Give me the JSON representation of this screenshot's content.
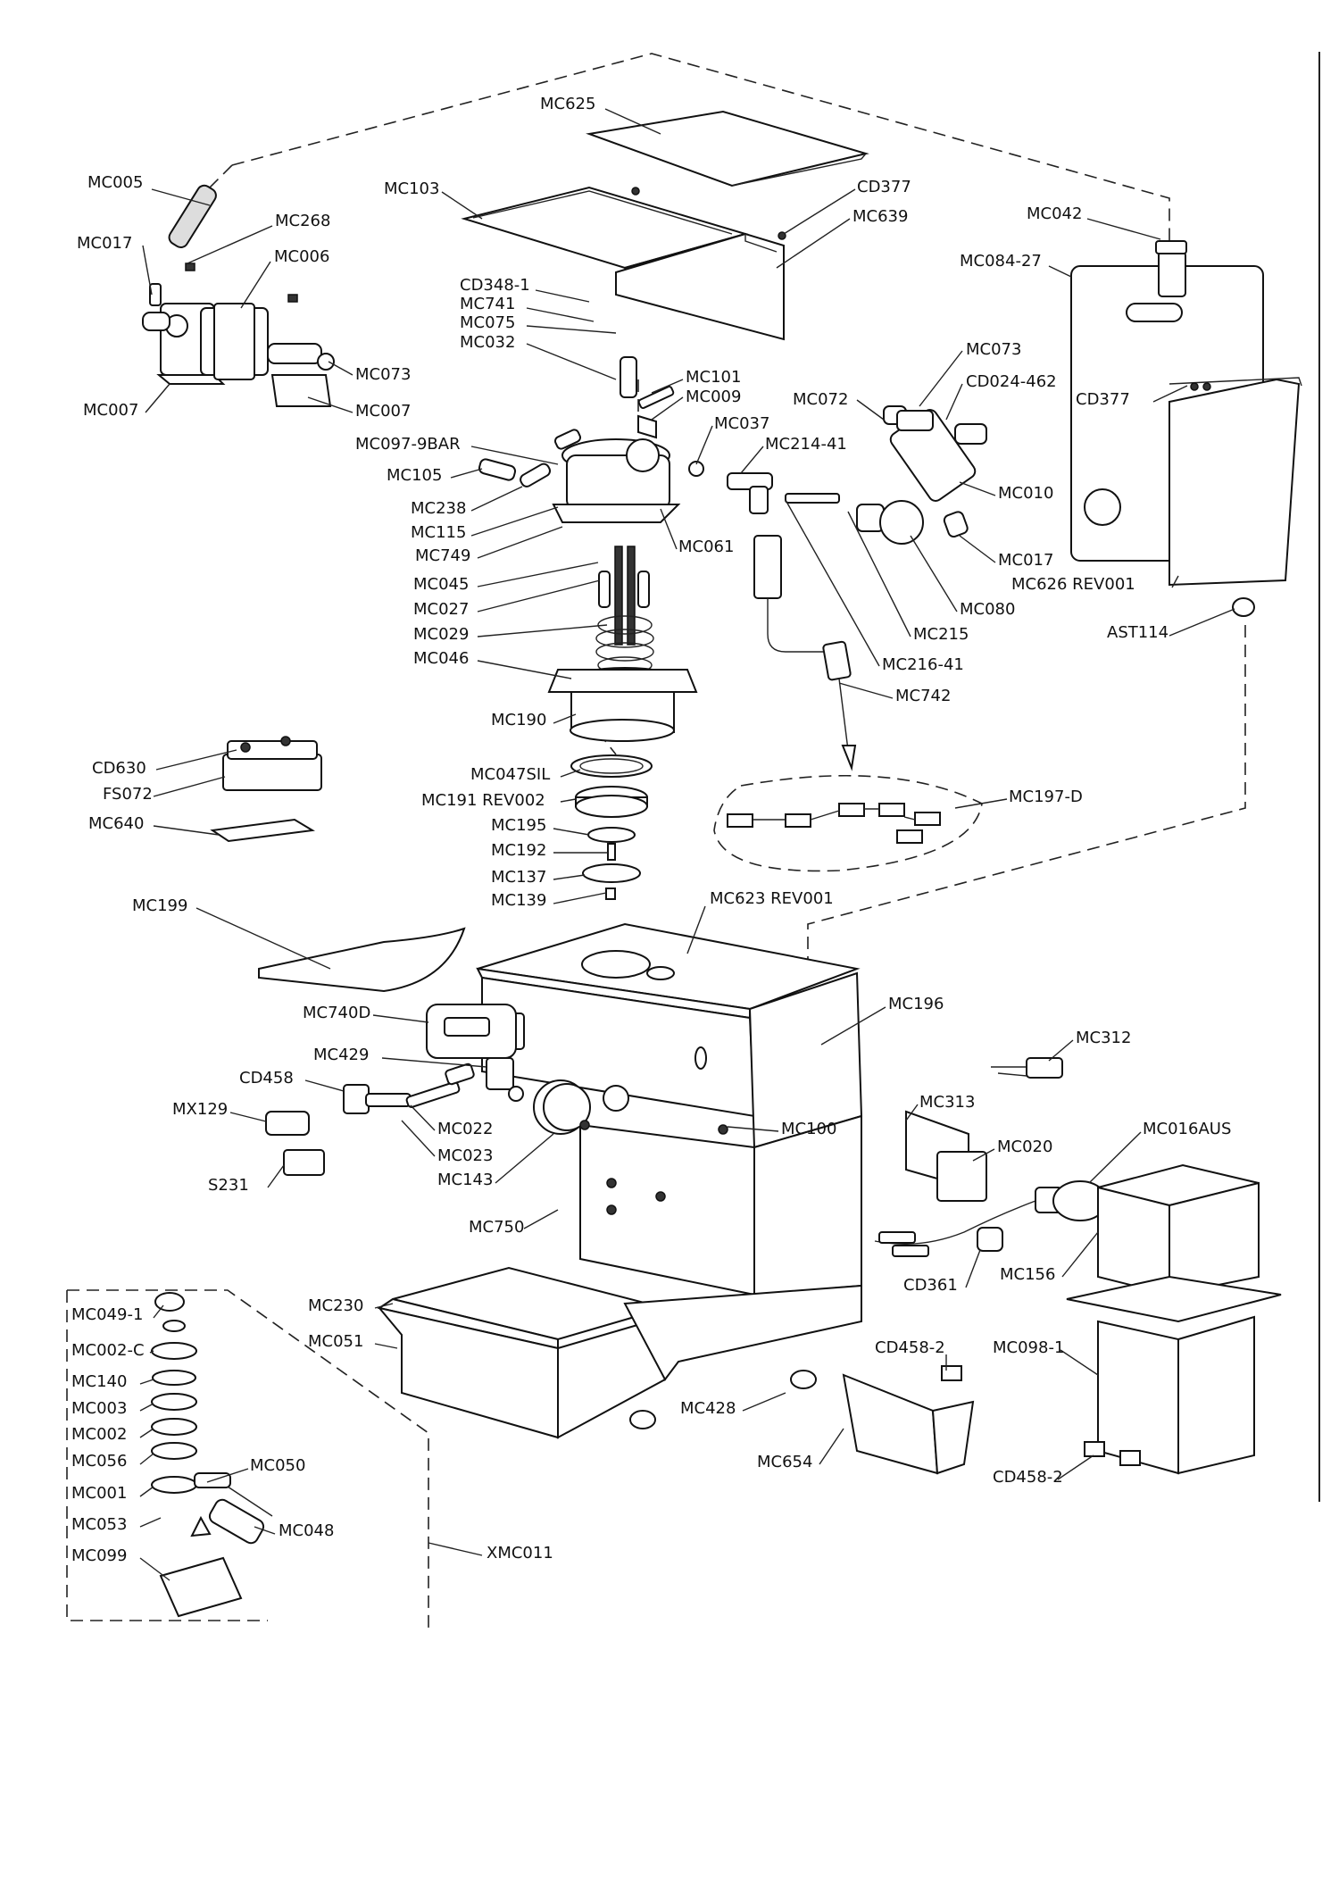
{
  "diagram": {
    "labels": [
      "MC625",
      "MC005",
      "MC103",
      "CD377",
      "MC639",
      "MC268",
      "MC042",
      "MC017",
      "MC006",
      "MC084-27",
      "CD348-1",
      "MC741",
      "MC075",
      "MC032",
      "MC073",
      "MC101",
      "MC073",
      "CD024-462",
      "MC009",
      "CD377",
      "MC007",
      "MC007",
      "MC072",
      "MC037",
      "MC097-9BAR",
      "MC214-41",
      "MC105",
      "MC238",
      "MC010",
      "MC115",
      "MC061",
      "MC749",
      "MC017",
      "MC626 REV001",
      "MC045",
      "MC027",
      "MC080",
      "AST114",
      "MC029",
      "MC215",
      "MC046",
      "MC216-41",
      "MC742",
      "MC190",
      "CD630",
      "MC047SIL",
      "FS072",
      "MC191 REV002",
      "MC197-D",
      "MC640",
      "MC195",
      "MC192",
      "MC137",
      "MC139",
      "MC199",
      "MC623 REV001",
      "MC196",
      "MC740D",
      "MC312",
      "MC429",
      "MC313",
      "CD458",
      "MX129",
      "MC022",
      "MC100",
      "MC016AUS",
      "MC020",
      "MC023",
      "S231",
      "MC143",
      "MC750",
      "CD361",
      "MC156",
      "MC230",
      "MC049-1",
      "MC051",
      "CD458-2",
      "MC098-1",
      "MC002-C",
      "MC140",
      "MC428",
      "MC003",
      "MC002",
      "MC056",
      "MC050",
      "MC654",
      "CD458-2",
      "MC001",
      "MC053",
      "MC048",
      "MC099",
      "XMC011"
    ]
  }
}
